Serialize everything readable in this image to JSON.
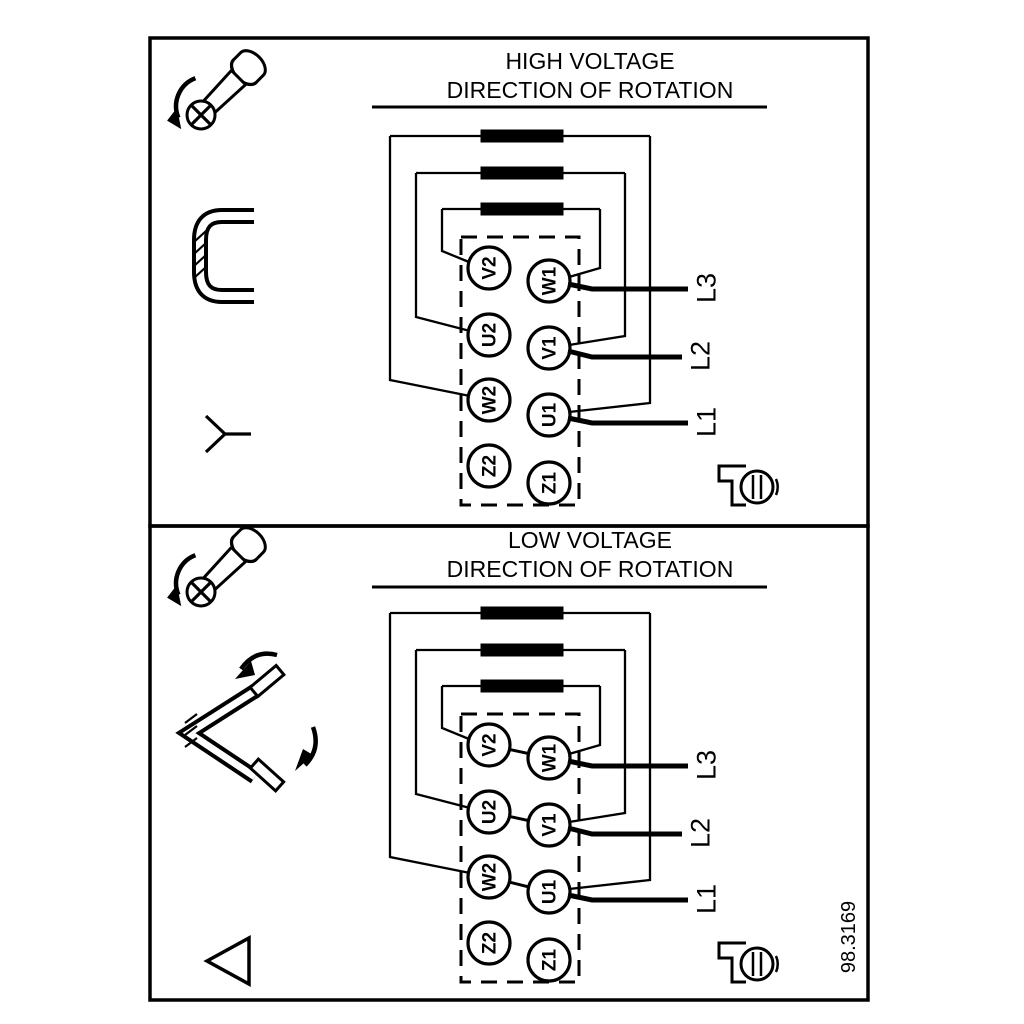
{
  "figure": {
    "number": "98.3169"
  },
  "colors": {
    "line": "#000000",
    "background": "#ffffff"
  },
  "icons": {
    "screw": "screw-with-rotation-arrow-icon",
    "link": "terminal-link-jumper-icon",
    "reposition": "jumper-repositioning-arrows-icon",
    "star": "star-connection-symbol",
    "delta": "delta-connection-symbol",
    "ground": "ground-terminal-screw-icon"
  },
  "panels": [
    {
      "title_line1": "HIGH VOLTAGE",
      "title_line2": "DIRECTION OF ROTATION",
      "connection": "star",
      "terminals": {
        "left": [
          "V2",
          "U2",
          "W2",
          "Z2"
        ],
        "right": [
          "W1",
          "V1",
          "U1",
          "Z1"
        ]
      },
      "supply_lines": [
        "L3",
        "L2",
        "L1"
      ]
    },
    {
      "title_line1": "LOW VOLTAGE",
      "title_line2": "DIRECTION OF ROTATION",
      "connection": "delta",
      "terminals": {
        "left": [
          "V2",
          "U2",
          "W2",
          "Z2"
        ],
        "right": [
          "W1",
          "V1",
          "U1",
          "Z1"
        ]
      },
      "supply_lines": [
        "L3",
        "L2",
        "L1"
      ]
    }
  ]
}
